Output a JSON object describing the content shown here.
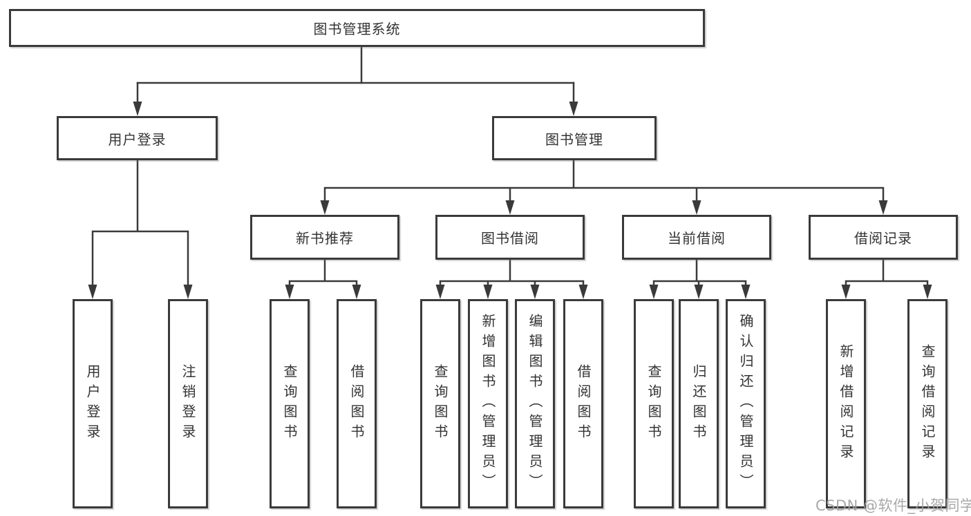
{
  "diagram": {
    "root": {
      "label": "图书管理系统"
    },
    "level2": [
      {
        "id": "login",
        "label": "用户登录"
      },
      {
        "id": "mgmt",
        "label": "图书管理"
      }
    ],
    "level3": [
      {
        "id": "recommend",
        "label": "新书推荐",
        "parent": "mgmt"
      },
      {
        "id": "borrow",
        "label": "图书借阅",
        "parent": "mgmt"
      },
      {
        "id": "current",
        "label": "当前借阅",
        "parent": "mgmt"
      },
      {
        "id": "records",
        "label": "借阅记录",
        "parent": "mgmt"
      }
    ],
    "leaves": [
      {
        "label": "用户登录",
        "parent": "login"
      },
      {
        "label": "注销登录",
        "parent": "login"
      },
      {
        "label": "查询图书",
        "parent": "recommend"
      },
      {
        "label": "借阅图书",
        "parent": "recommend"
      },
      {
        "label": "查询图书",
        "parent": "borrow"
      },
      {
        "label": "新增图书（管理员）",
        "parent": "borrow"
      },
      {
        "label": "编辑图书（管理员）",
        "parent": "borrow"
      },
      {
        "label": "借阅图书",
        "parent": "borrow"
      },
      {
        "label": "查询图书",
        "parent": "current"
      },
      {
        "label": "归还图书",
        "parent": "current"
      },
      {
        "label": "确认归还（管理员）",
        "parent": "current"
      },
      {
        "label": "新增借阅记录",
        "parent": "records"
      },
      {
        "label": "查询借阅记录",
        "parent": "records"
      }
    ]
  },
  "watermark": {
    "text": "CSDN @软件_小贺同学"
  },
  "colors": {
    "line": "#3a3a3a",
    "box_border": "#3a3a3a",
    "box_fill": "#ffffff",
    "text": "#333333",
    "watermark": "#9e9e9e"
  }
}
